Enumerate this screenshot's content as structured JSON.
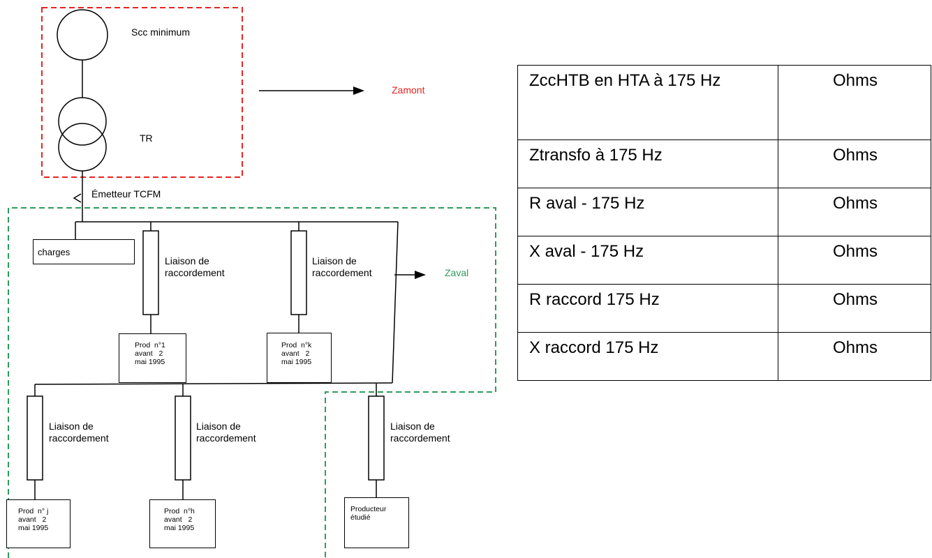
{
  "upstream": {
    "source_label": "Scc minimum",
    "transformer_label": "TR",
    "emitter_label": "Émetteur TCFM",
    "impedance_label": "Zamont",
    "color": "#e8221f"
  },
  "downstream": {
    "impedance_label": "Zaval",
    "color": "#2e9a5c",
    "loads_label": "charges",
    "link_label_line1": "Liaison de",
    "link_label_line2": "raccordement",
    "producers": [
      {
        "lines": [
          "Prod  n°1",
          "avant   2",
          "mai 1995"
        ]
      },
      {
        "lines": [
          "Prod  n°k",
          "avant   2",
          "mai 1995"
        ]
      },
      {
        "lines": [
          "Prod  n° j",
          "avant   2",
          "mai 1995"
        ]
      },
      {
        "lines": [
          "Prod  n°h",
          "avant   2",
          "mai 1995"
        ]
      },
      {
        "lines": [
          "Producteur",
          "étudié"
        ]
      }
    ]
  },
  "impedance_table": {
    "rows": [
      {
        "label": "ZccHTB en HTA à 175 Hz",
        "unit": "Ohms"
      },
      {
        "label": "Ztransfo à 175 Hz",
        "unit": "Ohms"
      },
      {
        "label": "R aval - 175 Hz",
        "unit": "Ohms"
      },
      {
        "label": "X aval - 175 Hz",
        "unit": "Ohms"
      },
      {
        "label": "R raccord 175 Hz",
        "unit": "Ohms"
      },
      {
        "label": "X raccord 175 Hz",
        "unit": "Ohms"
      }
    ]
  }
}
